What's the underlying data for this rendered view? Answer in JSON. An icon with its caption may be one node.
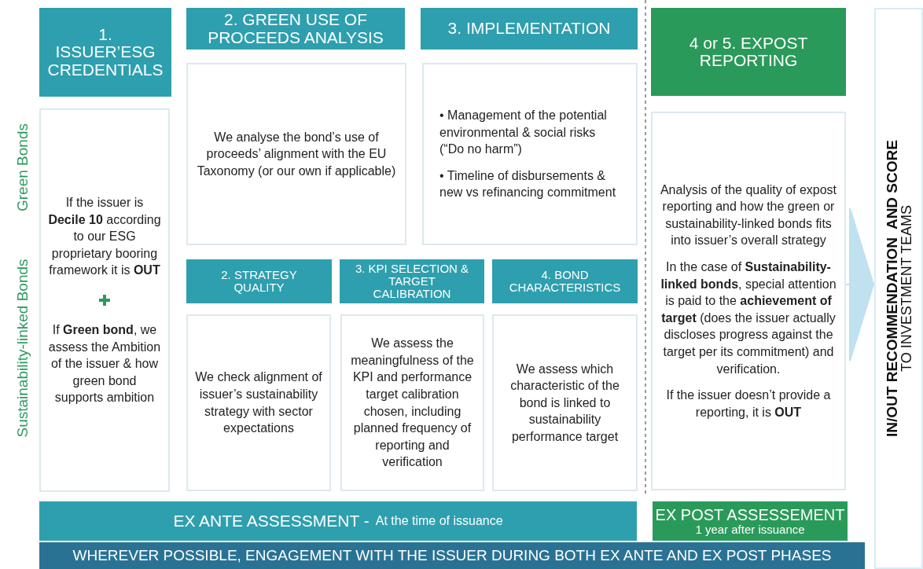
{
  "diagram": {
    "nodes": [
      {
        "text": [
          "1. ISSUER’ESG CREDENTIALS"
        ]
      },
      {
        "text": [
          "If the issuer is **Decile 10** according to our ESG proprietary booring framework it is **OUT**",
          "If **Green bond**, we assess the Ambition of the issuer & how green bond supports ambition"
        ]
      },
      {
        "text": [
          "2. GREEN USE OF PROCEEDS ANALYSIS"
        ]
      },
      {
        "text": [
          "3. IMPLEMENTATION"
        ]
      },
      {
        "text": [
          "4 or 5. EXPOST REPORTING"
        ]
      },
      {
        "text": [
          "We analyse the bond’s use of proceeds’ alignment with the EU Taxonomy (or our own if applicable)"
        ]
      },
      {
        "text": [
          "• Management of the potential environmental & social risks (“Do no harm”)",
          "• Timeline of disbursements & new vs refinancing commitment"
        ]
      },
      {
        "text": [
          "2. STRATEGY QUALITY"
        ]
      },
      {
        "text": [
          "3. KPI SELECTION & TARGET CALIBRATION"
        ]
      },
      {
        "text": [
          "4. BOND CHARACTERISTICS"
        ]
      },
      {
        "text": [
          "We check alignment of issuer’s sustainability strategy with sector expectations"
        ]
      },
      {
        "text": [
          "We assess the meaningfulness of the KPI and performance target calibration chosen, including planned frequency of reporting and verification"
        ]
      },
      {
        "text": [
          "We assess which characteristic of the bond is linked to sustainability performance target"
        ]
      },
      {
        "text": [
          "Analysis of the quality of expost reporting and how the green or sustainability-linked bonds fits into issuer’s overall strategy",
          "In the case of **Sustainability-linked bonds**, special attention is paid to the **achievement of target** (does the issuer actually discloses progress against the target per its commitment) and verification.",
          "If the issuer doesn’t provide a reporting, it is **OUT**"
        ]
      },
      {
        "text": [
          "EX ANTE ASSESSMENT -",
          "At the time of issuance"
        ]
      },
      {
        "text": [
          "EX POST ASSESSEMENT",
          "1 year after issuance"
        ]
      },
      {
        "text": [
          "WHEREVER POSSIBLE, ENGAGEMENT WITH THE ISSUER DURING BOTH EX ANTE AND EX POST PHASES"
        ]
      },
      {
        "text": [
          "IN/OUT RECOMMENDATION  AND SCORE",
          "TO INVESTMENT TEAMS"
        ]
      }
    ],
    "edges": [
      {
        "from": 13,
        "to": 17,
        "arrow": "to"
      }
    ],
    "labels": [
      "Green Bonds",
      "Sustainability-linked Bonds"
    ]
  }
}
